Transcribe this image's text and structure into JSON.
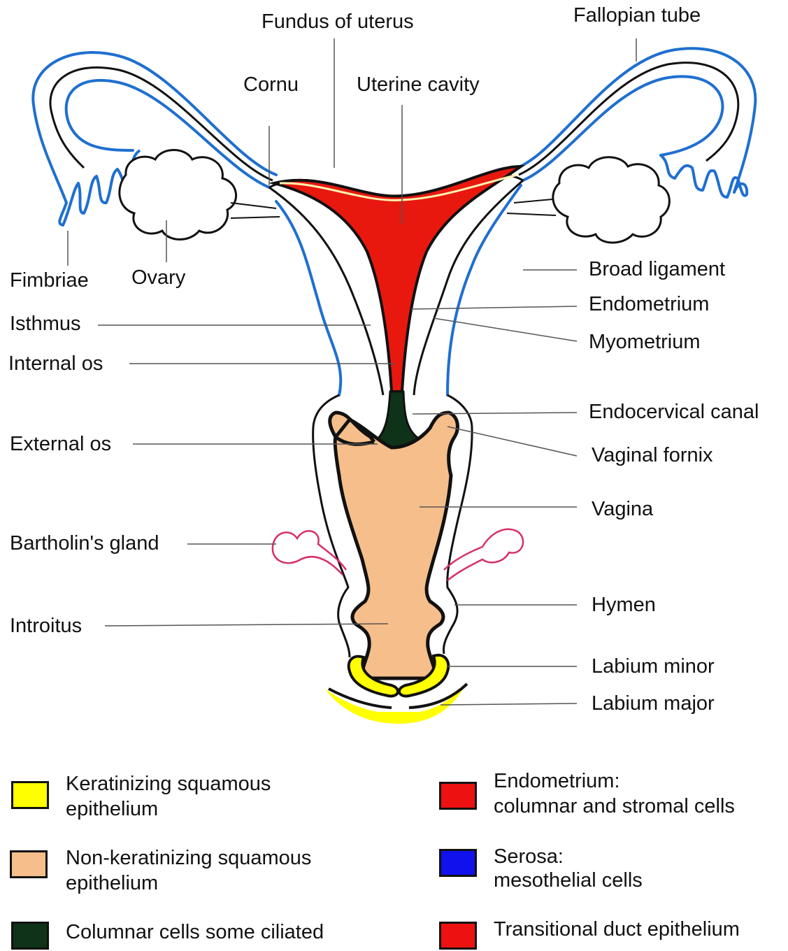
{
  "labels": {
    "fundus_of_uterus": "Fundus of uterus",
    "fallopian_tube": "Fallopian tube",
    "cornu": "Cornu",
    "uterine_cavity": "Uterine cavity",
    "fimbriae": "Fimbriae",
    "ovary": "Ovary",
    "broad_ligament": "Broad ligament",
    "endometrium": "Endometrium",
    "myometrium": "Myometrium",
    "isthmus": "Isthmus",
    "internal_os": "Internal os",
    "endocervical_canal": "Endocervical canal",
    "external_os": "External os",
    "vaginal_fornix": "Vaginal fornix",
    "vagina": "Vagina",
    "bartholins_gland": "Bartholin's gland",
    "hymen": "Hymen",
    "introitus": "Introitus",
    "labium_minor": "Labium minor",
    "labium_major": "Labium major"
  },
  "legend": [
    {
      "line1": "Keratinizing squamous",
      "line2": "epithelium",
      "color": "#ffff00"
    },
    {
      "line1": "Endometrium:",
      "line2": "columnar and stromal cells",
      "color": "#ee1111"
    },
    {
      "line1": "Non-keratinizing squamous",
      "line2": "epithelium",
      "color": "#f5be8a"
    },
    {
      "line1": "Serosa:",
      "line2": "mesothelial cells",
      "color": "#1111ee"
    },
    {
      "line1": "Columnar cells some ciliated",
      "line2": "",
      "color": "#0f3318"
    },
    {
      "line1": "Transitional duct epithelium",
      "line2": "",
      "color": "#ee1111"
    }
  ],
  "colors": {
    "serosa_outline": "#1f6fd0",
    "endometrium": "#e8180f",
    "vagina_fill": "#f5be8a",
    "keratinizing": "#ffff00",
    "columnar": "#0f3318",
    "bartholin": "#d62f6a"
  }
}
